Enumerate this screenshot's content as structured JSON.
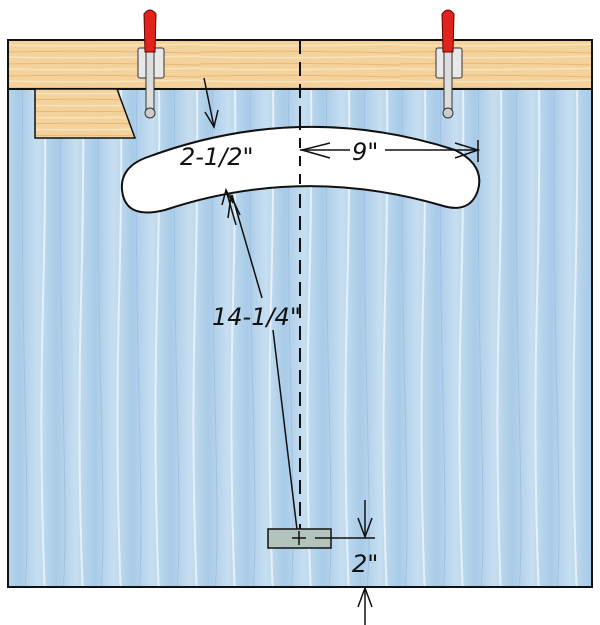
{
  "dimensions": {
    "thickness": "2-1/2\"",
    "half_span": "9\"",
    "radius": "14-1/4\"",
    "pivot_offset": "2\""
  },
  "colors": {
    "board": "#bcd8ee",
    "wood": "#f3cf96",
    "clamp_handle": "#e0231c",
    "pivot_block": "#b3c4bd"
  }
}
